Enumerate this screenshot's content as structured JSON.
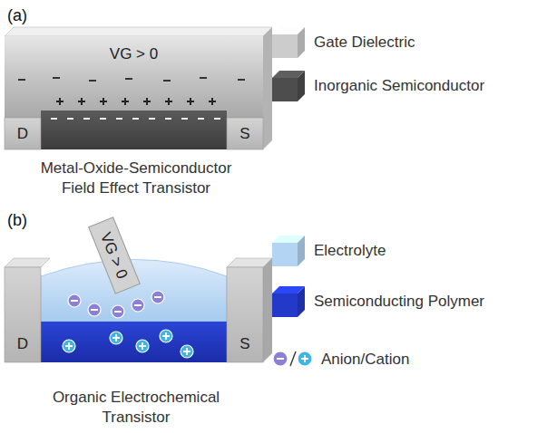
{
  "diagram": {
    "nodes": [
      {
        "text": [
          "VG > 0"
        ]
      },
      {
        "text": [
          "D"
        ]
      },
      {
        "text": [
          "S"
        ]
      },
      {
        "text": [
          "VG > 0"
        ]
      },
      {
        "text": [
          "D"
        ]
      },
      {
        "text": [
          "S"
        ]
      }
    ],
    "labels": [
      "(a)",
      "Metal-Oxide-Semiconductor Field Effect Transistor",
      "(b)",
      "Organic Electrochemical Transistor"
    ],
    "legend": [
      {
        "text": "Gate Dielectric",
        "color": "#cccccc"
      },
      {
        "text": "Inorganic Semiconductor",
        "color": "#4d4d4d"
      },
      {
        "text": "Electrolyte",
        "color": "#b3d4f2"
      },
      {
        "text": "Semiconducting Polymer",
        "color": "#2239c9"
      },
      {
        "text": "Anion/Cation"
      }
    ]
  }
}
